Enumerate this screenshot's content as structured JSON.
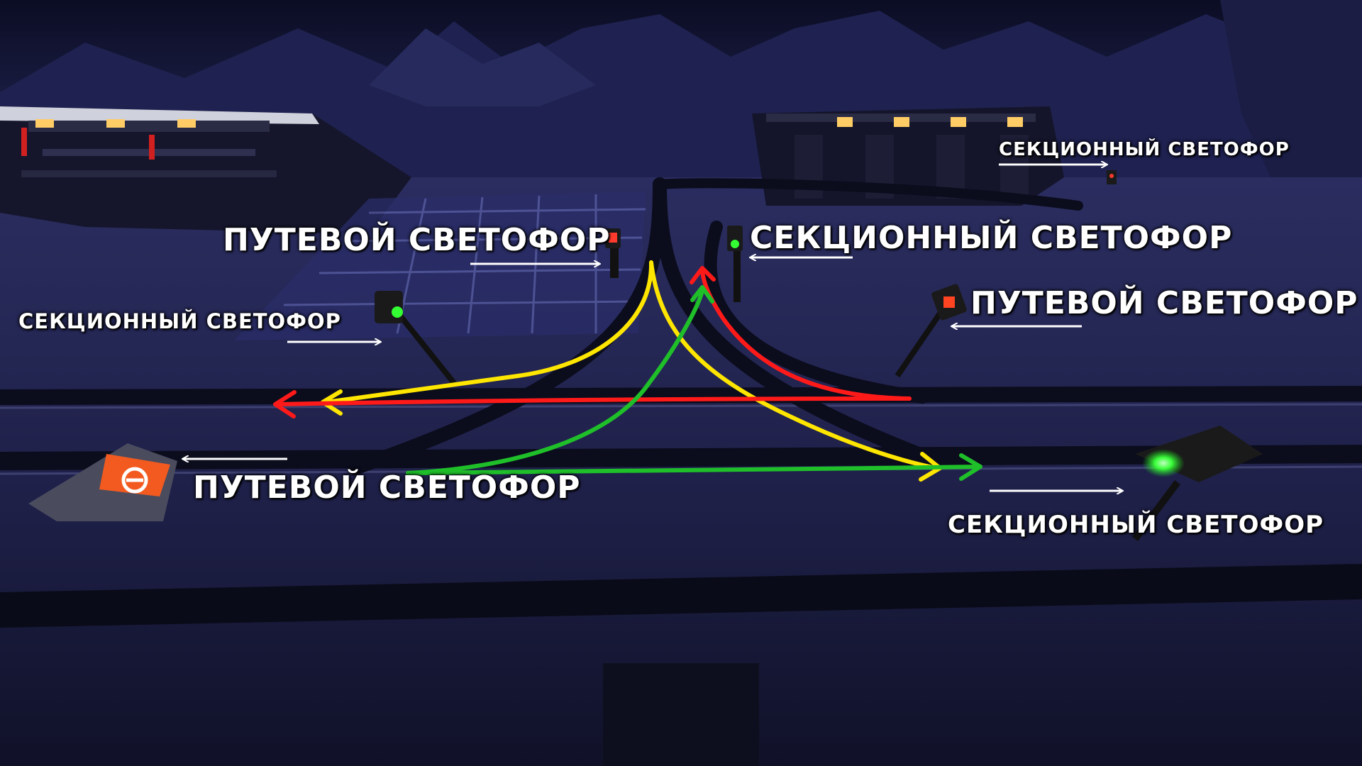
{
  "labels": {
    "track_signal": "ПУТЕВОЙ СВЕТОФОР",
    "block_signal": "СЕКЦИОННЫЙ СВЕТОФОР"
  },
  "route_colors": {
    "yellow": "#ffe600",
    "red": "#ff1a1a",
    "green": "#1fbf2a"
  },
  "signal_states": {
    "top_left_track_signal": "red",
    "top_center_block_signal": "green",
    "right_track_signal": "red",
    "left_block_signal": "green",
    "bottom_left_track_signal": "red",
    "bottom_right_block_signal": "green",
    "far_right_block_signal": "red"
  }
}
